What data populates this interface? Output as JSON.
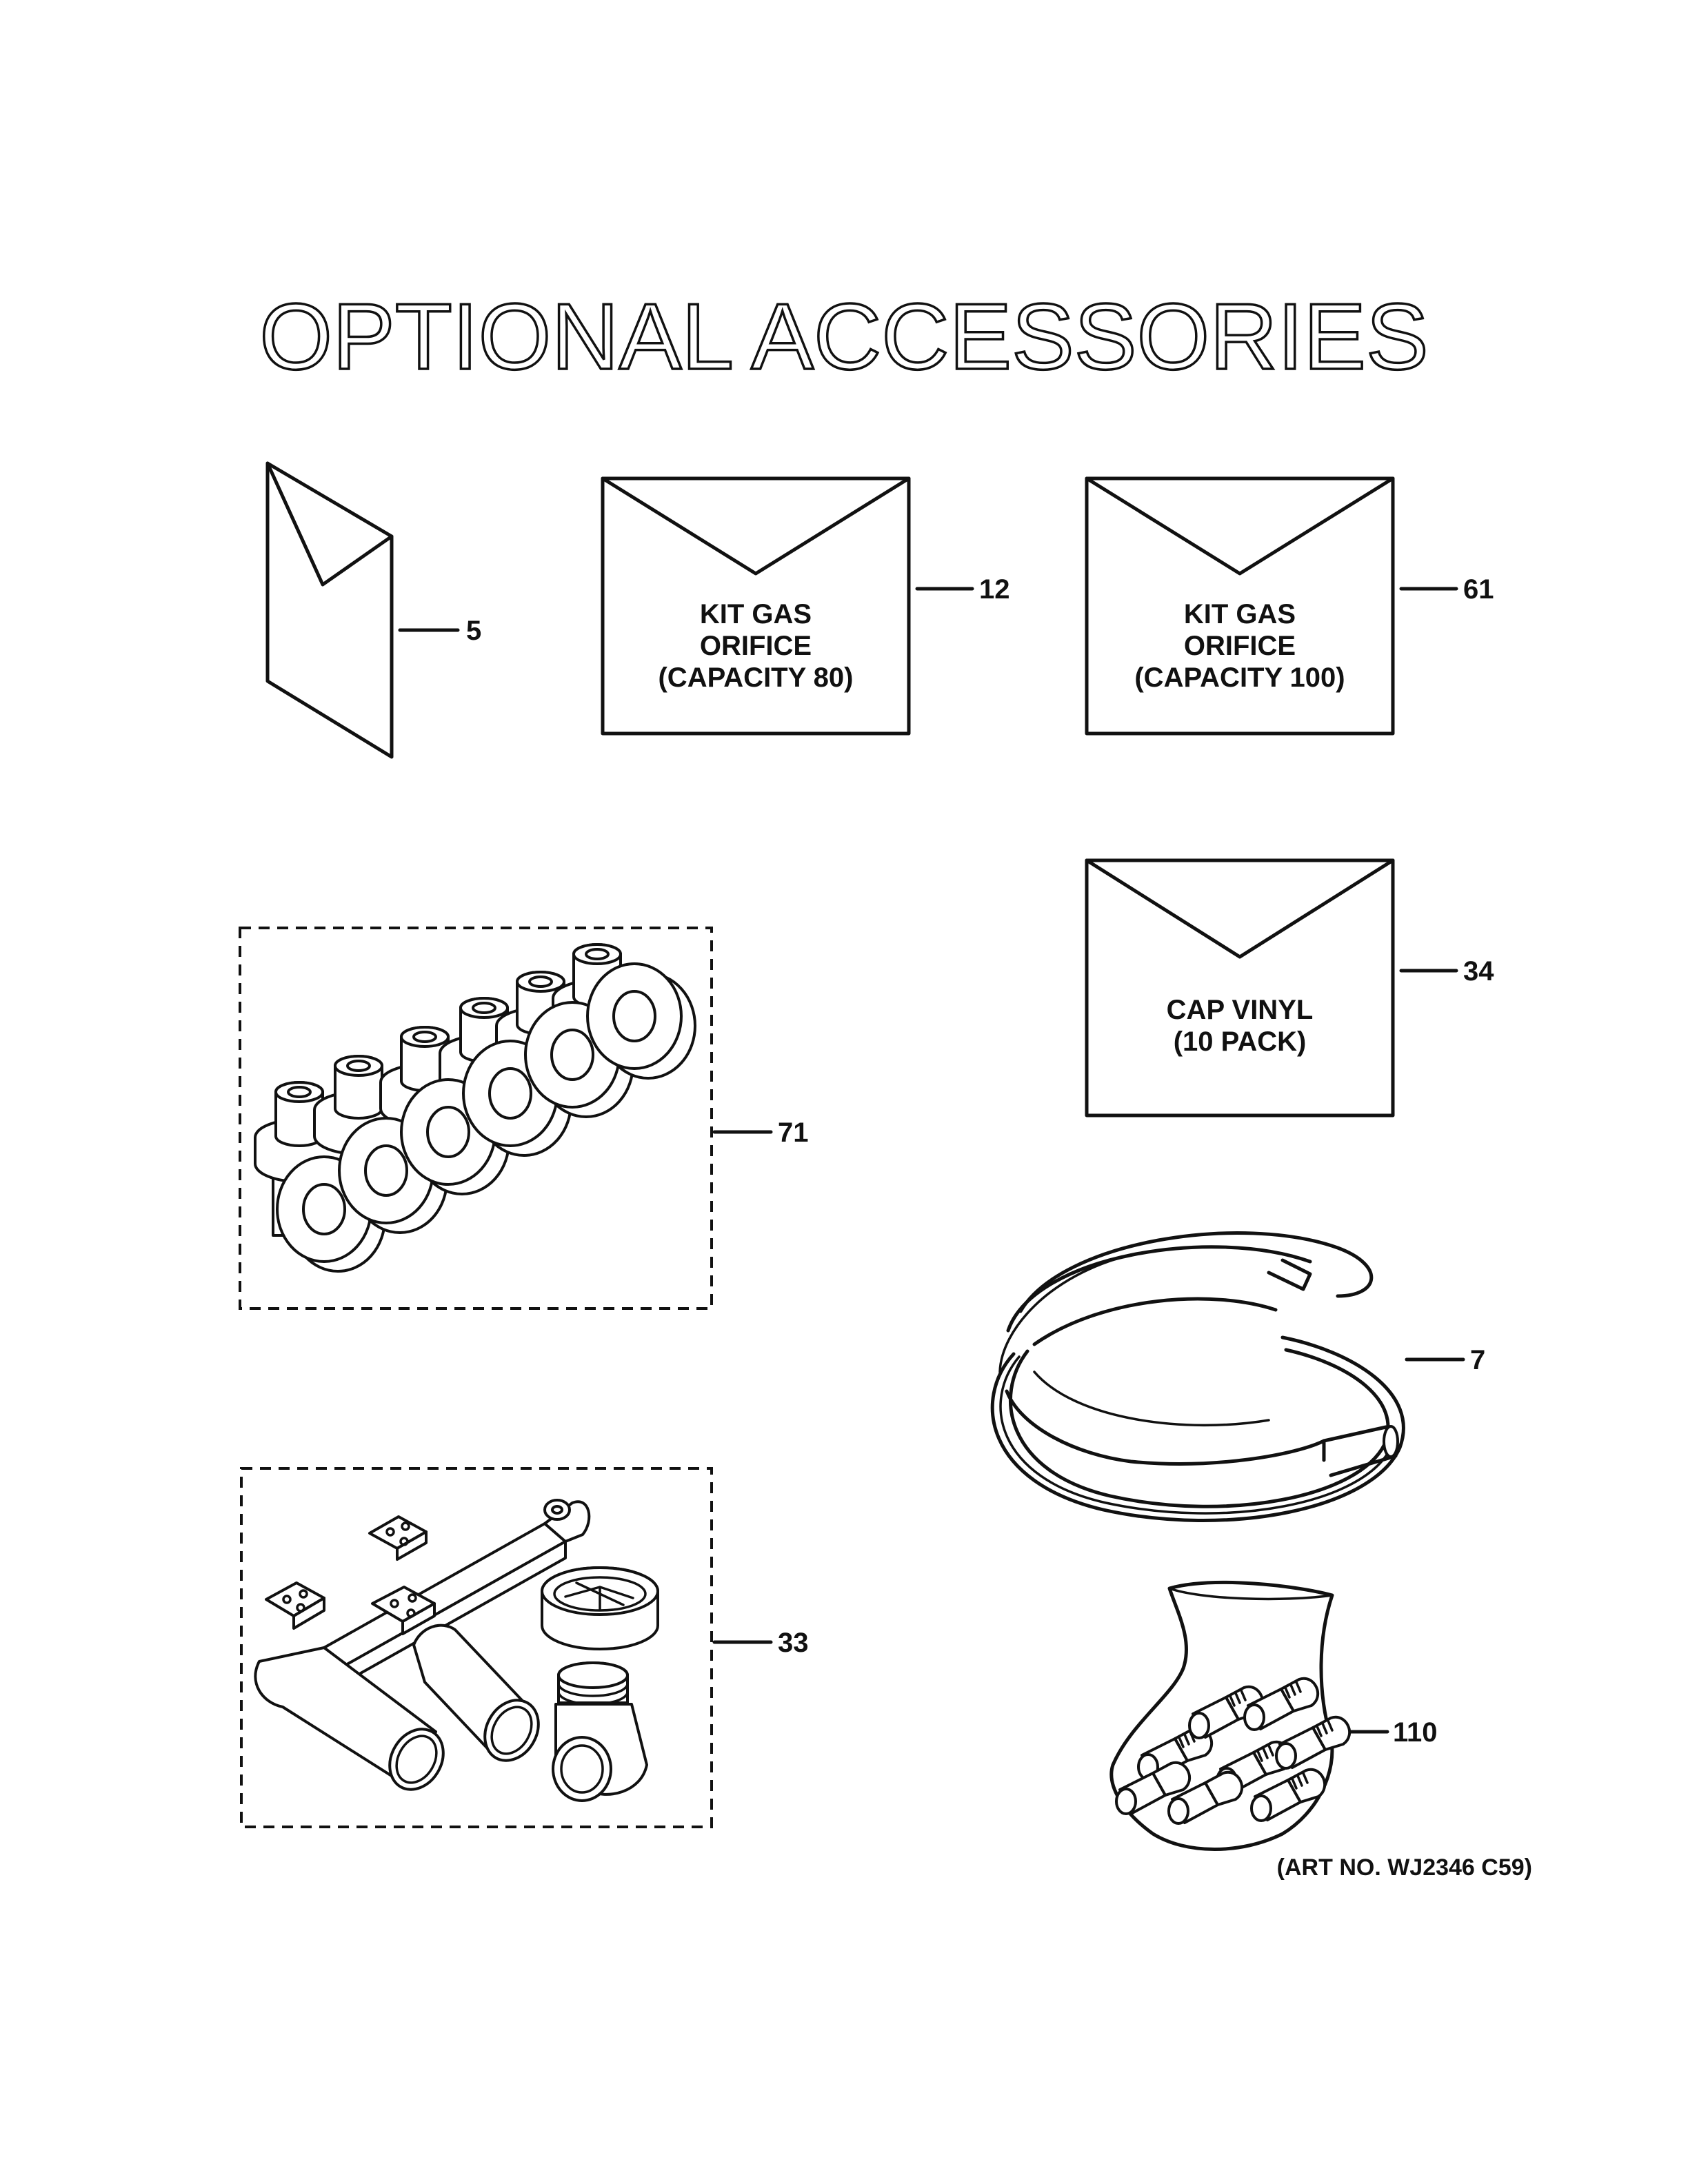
{
  "title": "OPTIONAL ACCESSORIES",
  "art_number": "(ART NO. WJ2346 C59)",
  "parts": {
    "manual": {
      "callout": "5"
    },
    "kit_80": {
      "callout": "12",
      "lines": [
        "KIT GAS",
        "ORIFICE",
        "(CAPACITY 80)"
      ]
    },
    "kit_100": {
      "callout": "61",
      "lines": [
        "KIT GAS",
        "ORIFICE",
        "(CAPACITY 100)"
      ]
    },
    "cap_vinyl": {
      "callout": "34",
      "lines": [
        "CAP VINYL",
        "(10 PACK)"
      ]
    },
    "orifice_set": {
      "callout": "71"
    },
    "tubing": {
      "callout": "7"
    },
    "pipe_kit": {
      "callout": "33"
    },
    "screw_bag": {
      "callout": "110"
    }
  }
}
